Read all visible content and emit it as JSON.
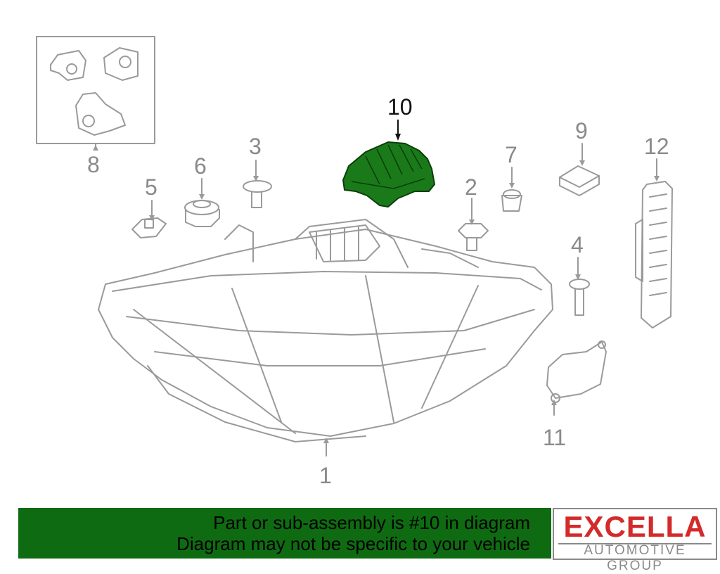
{
  "diagram": {
    "callouts": {
      "c1": "1",
      "c2": "2",
      "c3": "3",
      "c4": "4",
      "c5": "5",
      "c6": "6",
      "c7": "7",
      "c8": "8",
      "c9": "9",
      "c10": "10",
      "c11": "11",
      "c12": "12"
    },
    "highlighted_part": "10",
    "colors": {
      "line": "#9a9a9a",
      "highlight": "#1a7a1a",
      "banner": "#0f6b12",
      "brand": "#d42a2a"
    }
  },
  "banner": {
    "line1": "Part or sub-assembly is #10 in diagram",
    "line2": "Diagram may not be specific to your vehicle"
  },
  "logo": {
    "name": "EXCELLA",
    "tagline": "AUTOMOTIVE GROUP"
  }
}
